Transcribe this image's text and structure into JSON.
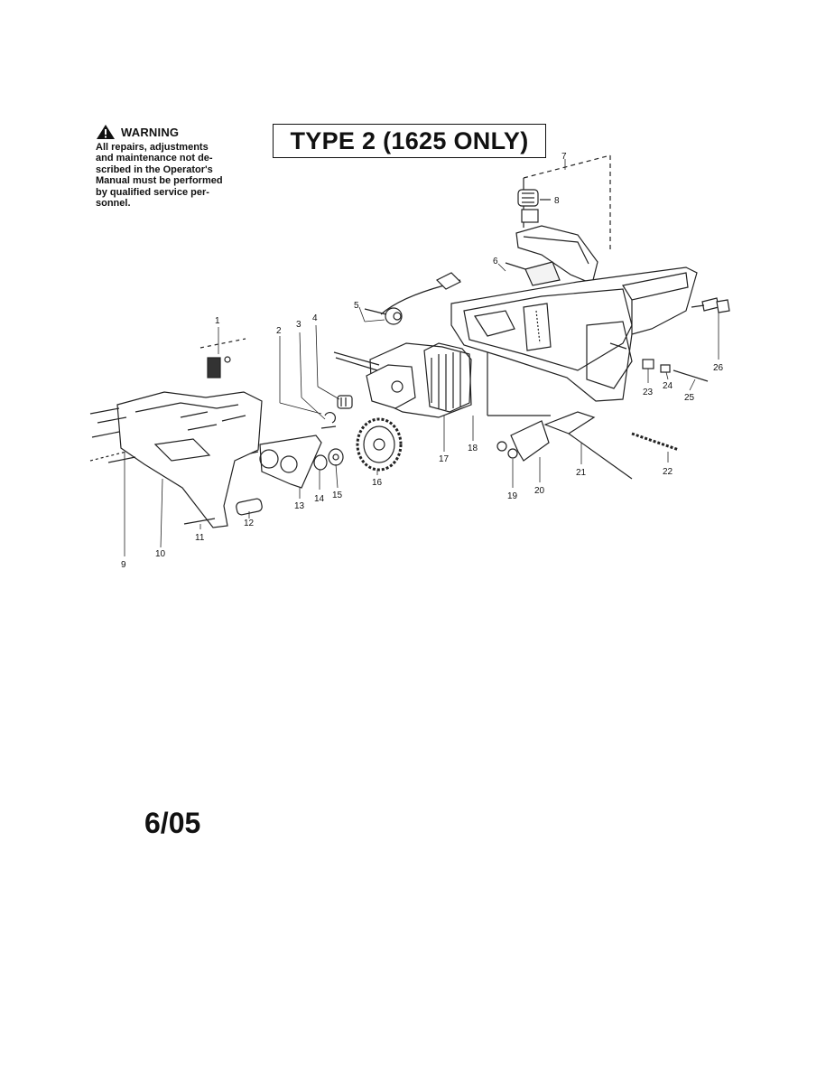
{
  "warning": {
    "heading": "WARNING",
    "lines": [
      "All repairs, adjustments",
      "and maintenance not de-",
      "scribed in the Operator's",
      "Manual must be performed",
      "by qualified service per-",
      "sonnel."
    ]
  },
  "title": "TYPE 2 (1625 ONLY)",
  "date": "6/05",
  "callouts": [
    "1",
    "2",
    "3",
    "4",
    "5",
    "6",
    "7",
    "8",
    "9",
    "10",
    "11",
    "12",
    "13",
    "14",
    "15",
    "16",
    "17",
    "18",
    "19",
    "20",
    "21",
    "22",
    "23",
    "24",
    "25",
    "26"
  ],
  "icons": {
    "warning": "warning-triangle-icon"
  }
}
